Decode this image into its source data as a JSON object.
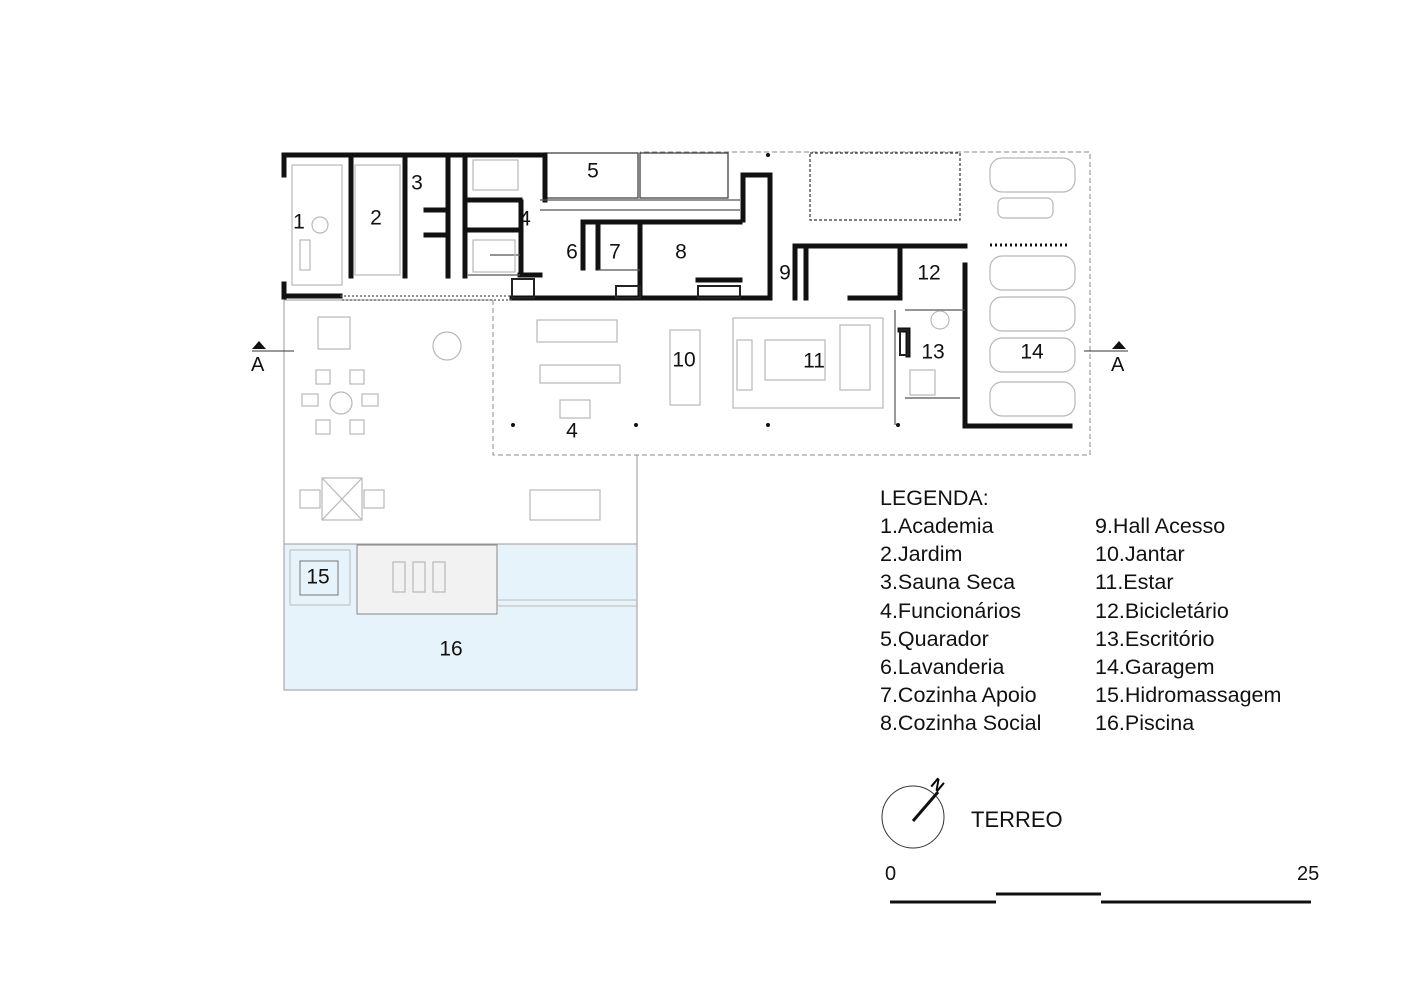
{
  "rooms": [
    {
      "id": "r1",
      "num": "1"
    },
    {
      "id": "r2",
      "num": "2"
    },
    {
      "id": "r3",
      "num": "3"
    },
    {
      "id": "r4a",
      "num": "4"
    },
    {
      "id": "r5",
      "num": "5"
    },
    {
      "id": "r6",
      "num": "6"
    },
    {
      "id": "r7",
      "num": "7"
    },
    {
      "id": "r8",
      "num": "8"
    },
    {
      "id": "r9",
      "num": "9"
    },
    {
      "id": "r10",
      "num": "10"
    },
    {
      "id": "r11",
      "num": "11"
    },
    {
      "id": "r12",
      "num": "12"
    },
    {
      "id": "r13",
      "num": "13"
    },
    {
      "id": "r14",
      "num": "14"
    },
    {
      "id": "r4b",
      "num": "4"
    },
    {
      "id": "r15",
      "num": "15"
    },
    {
      "id": "r16",
      "num": "16"
    }
  ],
  "legend": {
    "title": "LEGENDA:",
    "col1": [
      "1.Academia",
      "2.Jardim",
      "3.Sauna Seca",
      "4.Funcionários",
      "5.Quarador",
      "6.Lavanderia",
      "7.Cozinha Apoio",
      "8.Cozinha Social"
    ],
    "col2": [
      "9.Hall Acesso",
      "10.Jantar",
      "11.Estar",
      "12.Bicicletário",
      "13.Escritório",
      "14.Garagem",
      "15.Hidromassagem",
      "16.Piscina"
    ]
  },
  "section_marks": {
    "left": "A",
    "right": "A"
  },
  "north": {
    "letter": "N"
  },
  "floor_label": "TERREO",
  "scale": {
    "start": "0",
    "end": "25"
  },
  "colors": {
    "pool": "#e6f3fb",
    "wall": "#111111",
    "furniture": "#b8b8b8",
    "line": "#9a9a9a"
  }
}
